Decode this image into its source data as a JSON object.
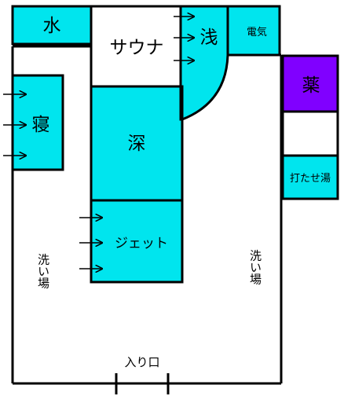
{
  "rooms": {
    "water": "水",
    "sauna": "サウナ",
    "shallow": "浅",
    "electric": "電気",
    "medicine": "薬",
    "sleeping": "寝",
    "deep": "深",
    "jet": "ジェット",
    "utaseyu": "打たせ湯",
    "wash_left": "洗い場",
    "wash_right": "洗い場",
    "entrance": "入り口"
  },
  "colors": {
    "pool": "#00e5ee",
    "medicine": "#8000ff",
    "wall": "#000000",
    "floor": "#ffffff"
  }
}
